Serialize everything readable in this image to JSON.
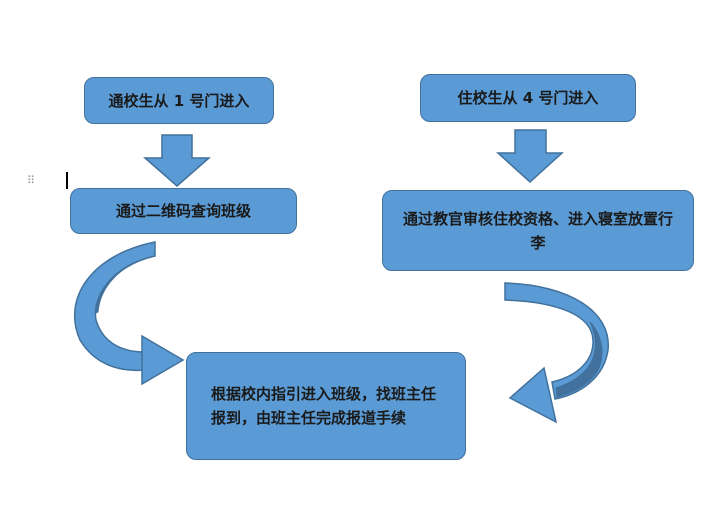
{
  "diagram": {
    "box_1": "通校生从 1 号门进入",
    "box_2": "住校生从 4 号门进入",
    "box_3": "通过二维码查询班级",
    "box_4": "通过教官审核住校资格、进入寝室放置行李",
    "box_5": "根据校内指引进入班级，找班主任报到，由班主任完成报道手续"
  },
  "colors": {
    "box_fill": "#5b9bd5",
    "box_border": "#41719c",
    "arrow_fill": "#5b9bd5",
    "arrow_border": "#41719c",
    "curve_dark": "#41719c"
  },
  "icons": {
    "drag_handle": "drag-handle-icon",
    "text_cursor": "text-cursor-icon"
  }
}
